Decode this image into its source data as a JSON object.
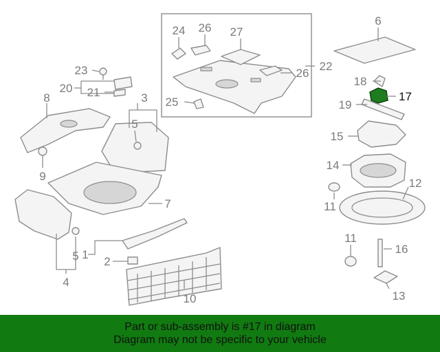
{
  "callouts": {
    "c1": "1",
    "c2": "2",
    "c3": "3",
    "c4": "4",
    "c5a": "5",
    "c5b": "5",
    "c6": "6",
    "c7": "7",
    "c8": "8",
    "c9": "9",
    "c10": "10",
    "c11a": "11",
    "c11b": "11",
    "c12": "12",
    "c13": "13",
    "c14": "14",
    "c15": "15",
    "c16": "16",
    "c17": "17",
    "c18": "18",
    "c19": "19",
    "c20": "20",
    "c21": "21",
    "c22": "22",
    "c23": "23",
    "c24": "24",
    "c25": "25",
    "c26a": "26",
    "c26b": "26",
    "c27": "27"
  },
  "highlight": {
    "part": "17",
    "color": "#1e7d1e"
  },
  "banner": {
    "line1": "Part or sub-assembly is #17 in diagram",
    "line2": "Diagram may not be specific to your vehicle",
    "color": "#117a11"
  }
}
